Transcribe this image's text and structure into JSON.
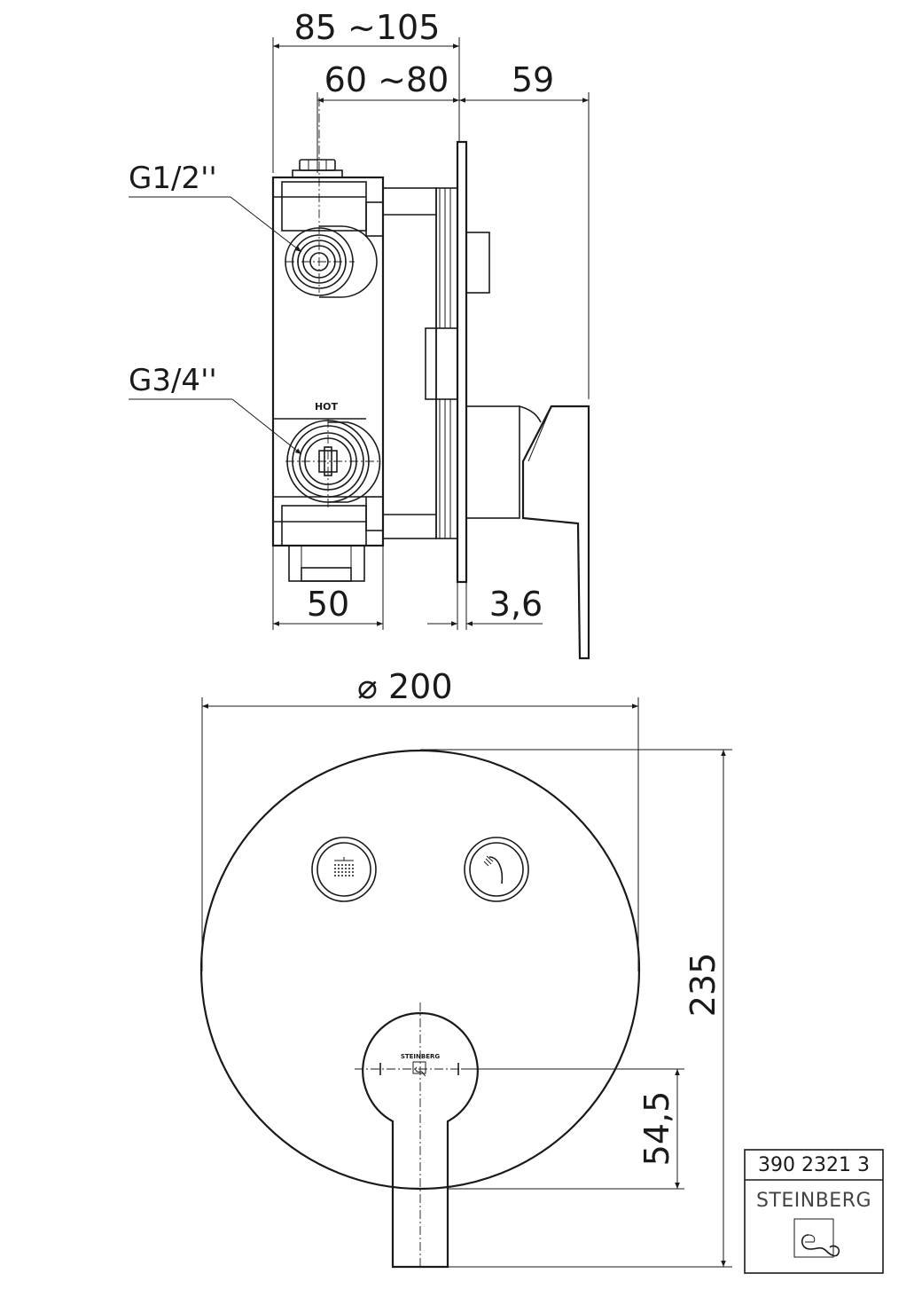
{
  "side_view": {
    "dim_total_depth": "85 ~105",
    "dim_body_depth": "60 ~80",
    "dim_handle": "59",
    "dim_body_width": "50",
    "dim_plate": "3,6",
    "thread_top": "G1/2''",
    "thread_bottom": "G3/4''",
    "hot_label": "HOT"
  },
  "front_view": {
    "dim_diameter": "200",
    "diameter_symbol": "⌀",
    "dim_height": "235",
    "dim_lever": "54,5",
    "brand_on_knob": "STEINBERG"
  },
  "title_block": {
    "article_number": "390 2321 3",
    "brand": "STEINBERG"
  },
  "icons": {
    "button_left": "rain-shower-icon",
    "button_right": "hand-shower-icon",
    "logo": "steinberg-logo-icon"
  }
}
